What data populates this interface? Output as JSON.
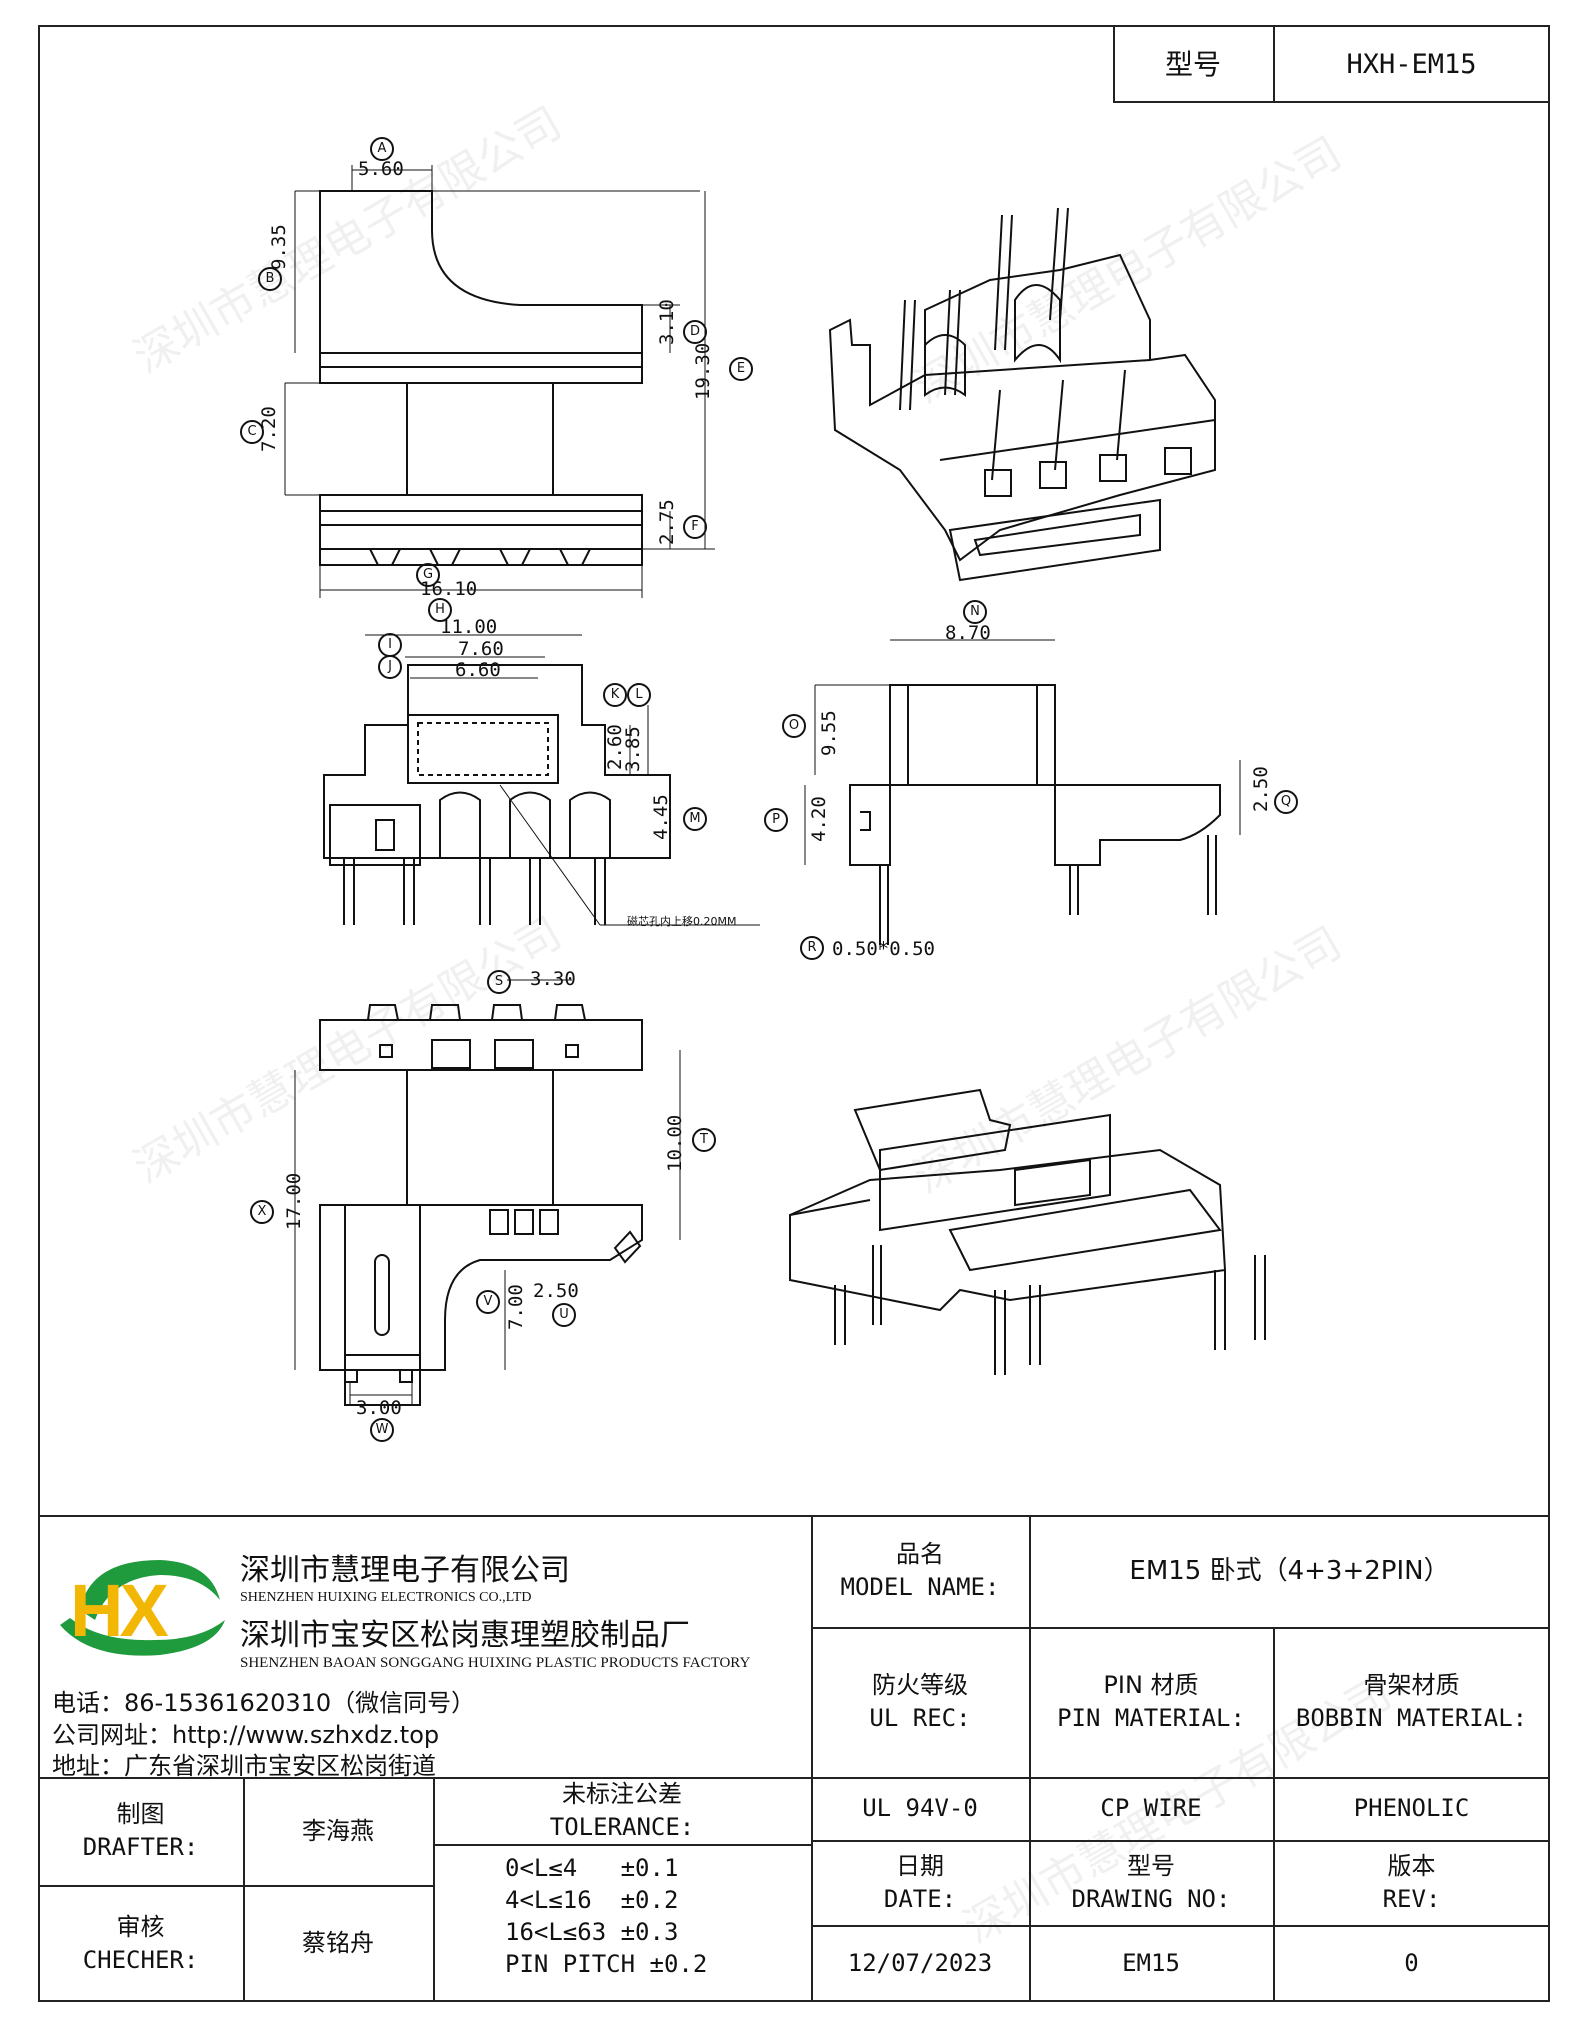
{
  "header": {
    "label": "型号",
    "value": "HXH-EM15"
  },
  "company": {
    "name_cn": "深圳市慧理电子有限公司",
    "name_en": "SHENZHEN HUIXING ELECTRONICS CO.,LTD",
    "factory_cn": "深圳市宝安区松岗惠理塑胶制品厂",
    "factory_en": "SHENZHEN BAOAN SONGGANG HUIXING PLASTIC PRODUCTS FACTORY",
    "phone": "电话：86-15361620310（微信同号）",
    "website": "公司网址：http://www.szhxdz.top",
    "address": "地址：广东省深圳市宝安区松岗街道",
    "logo_text": "HX",
    "colors": {
      "logo_green": "#1f9a3c",
      "logo_yellow": "#f2b705"
    }
  },
  "watermark": "深圳市慧理电子有限公司",
  "model": {
    "label_cn": "品名",
    "label_en": "MODEL NAME:",
    "value": "EM15 卧式（4+3+2PIN）"
  },
  "ul": {
    "label_cn": "防火等级",
    "label_en": "UL REC:",
    "value": "UL 94V-0"
  },
  "pin_material": {
    "label_cn": "PIN 材质",
    "label_en": "PIN MATERIAL:",
    "value": "CP WIRE"
  },
  "bobbin_material": {
    "label_cn": "骨架材质",
    "label_en": "BOBBIN MATERIAL:",
    "value": "PHENOLIC"
  },
  "drafter": {
    "label_cn": "制图",
    "label_en": "DRAFTER:",
    "value": "李海燕"
  },
  "checker": {
    "label_cn": "审核",
    "label_en": "CHECHER:",
    "value": "蔡铭舟"
  },
  "tolerance": {
    "label_cn": "未标注公差",
    "label_en": "TOLERANCE:",
    "lines": [
      "0<L≤4   ±0.1",
      "4<L≤16  ±0.2",
      "16<L≤63 ±0.3",
      "PIN PITCH ±0.2"
    ]
  },
  "date": {
    "label_cn": "日期",
    "label_en": "DATE:",
    "value": "12/07/2023"
  },
  "drawing_no": {
    "label_cn": "型号",
    "label_en": "DRAWING NO:",
    "value": "EM15"
  },
  "rev": {
    "label_cn": "版本",
    "label_en": "REV:",
    "value": "0"
  },
  "dims": {
    "a": "5.60",
    "b": "9.35",
    "c": "7.20",
    "d": "3.10",
    "e": "19.30",
    "f": "2.75",
    "g": "16.10",
    "h": "11.00",
    "i": "7.60",
    "j": "6.60",
    "k": "2.60",
    "l": "3.85",
    "m": "4.45",
    "n": "8.70",
    "o": "9.55",
    "p": "4.20",
    "q": "2.50",
    "r": "0.50*0.50",
    "s": "3.30",
    "t": "10.00",
    "u": "2.50",
    "v": "7.00",
    "w": "3.00",
    "x": "17.00"
  },
  "markers": {
    "a": "A",
    "b": "B",
    "c": "C",
    "d": "D",
    "e": "E",
    "f": "F",
    "g": "G",
    "h": "H",
    "i": "I",
    "j": "J",
    "k": "K",
    "l": "L",
    "m": "M",
    "n": "N",
    "o": "O",
    "p": "P",
    "q": "Q",
    "r": "R",
    "s": "S",
    "t": "T",
    "u": "U",
    "v": "V",
    "w": "W",
    "x": "X"
  },
  "note": "磁芯孔内上移0.20MM"
}
